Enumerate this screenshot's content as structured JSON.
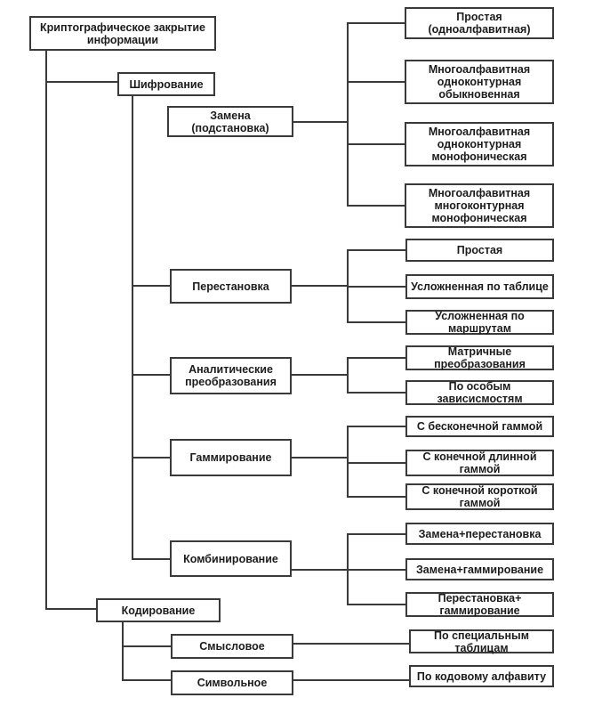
{
  "diagram": {
    "background_color": "#ffffff",
    "line_color": "#3a3a3a",
    "text_color": "#1c1c1c",
    "tree": {
      "label": "Криптографическое закрытие\nинформации",
      "children": [
        {
          "label": "Шифрование",
          "children": [
            {
              "label": "Замена\n(подстановка)",
              "children": [
                {
                  "label": "Простая\n(одноалфавитная)"
                },
                {
                  "label": "Многоалфавитная\nодноконтурная\nобыкновенная"
                },
                {
                  "label": "Многоалфавитная\nодноконтурная\nмонофоническая"
                },
                {
                  "label": "Многоалфавитная\nмногоконтурная\nмонофоническая"
                }
              ]
            },
            {
              "label": "Перестановка",
              "children": [
                {
                  "label": "Простая"
                },
                {
                  "label": "Усложненная по таблице"
                },
                {
                  "label": "Усложненная по\nмаршрутам"
                }
              ]
            },
            {
              "label": "Аналитические\nпреобразования",
              "children": [
                {
                  "label": "Матричные\nпреобразования"
                },
                {
                  "label": "По особым\nзависисмостям"
                }
              ]
            },
            {
              "label": "Гаммирование",
              "children": [
                {
                  "label": "С бесконечной гаммой"
                },
                {
                  "label": "С конечной длинной\nгаммой"
                },
                {
                  "label": "С конечной короткой\nгаммой"
                }
              ]
            },
            {
              "label": "Комбинирование",
              "children": [
                {
                  "label": "Замена+перестановка"
                },
                {
                  "label": "Замена+гаммирование"
                },
                {
                  "label": "Перестановка+\nгаммирование"
                }
              ]
            }
          ]
        },
        {
          "label": "Кодирование",
          "children": [
            {
              "label": "Смысловое",
              "children": [
                {
                  "label": "По специальным\nтаблицам"
                }
              ]
            },
            {
              "label": "Символьное",
              "children": [
                {
                  "label": "По кодовому алфавиту"
                }
              ]
            }
          ]
        }
      ]
    }
  }
}
